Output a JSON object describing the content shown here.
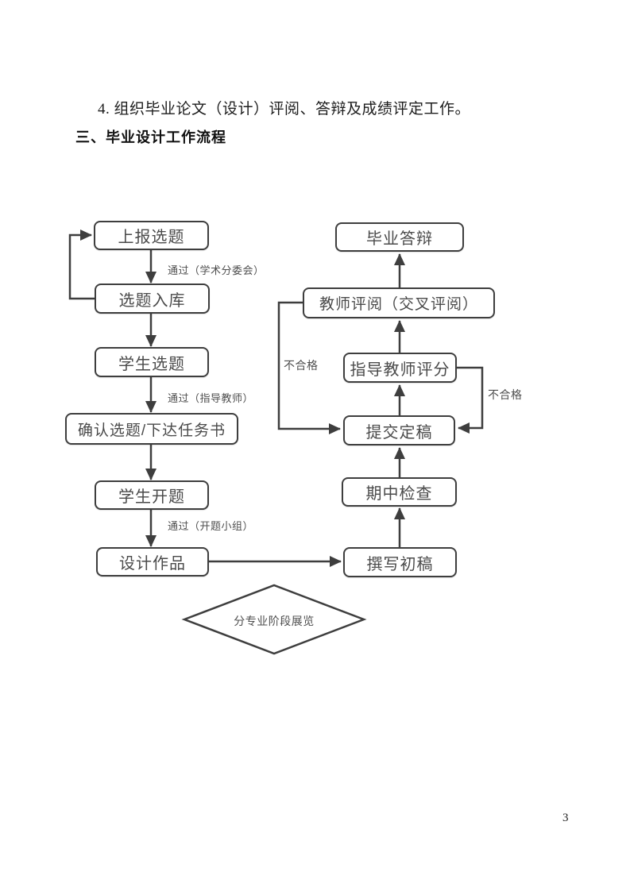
{
  "page": {
    "paragraph": "4. 组织毕业论文（设计）评阅、答辩及成绩评定工作。",
    "heading": "三、毕业设计工作流程",
    "page_number": "3"
  },
  "flowchart": {
    "colors": {
      "line": "#3e3e3e",
      "box_border": "#3e3e3e",
      "text": "#4a4a4a"
    },
    "nodes": {
      "report_topic": {
        "label": "上报选题"
      },
      "topic_into_bank": {
        "label": "选题入库"
      },
      "student_select": {
        "label": "学生选题"
      },
      "confirm_assign": {
        "label": "确认选题/下达任务书"
      },
      "student_opening": {
        "label": "学生开题"
      },
      "design_work": {
        "label": "设计作品"
      },
      "defense": {
        "label": "毕业答辩"
      },
      "teacher_review": {
        "label": "教师评阅（交叉评阅）"
      },
      "advisor_score": {
        "label": "指导教师评分"
      },
      "submit_final": {
        "label": "提交定稿"
      },
      "midterm_check": {
        "label": "期中检查"
      },
      "draft_writing": {
        "label": "撰写初稿"
      },
      "stage_exhibition": {
        "label": "分专业阶段展览"
      }
    },
    "edge_labels": {
      "pass_committee": "通过（学术分委会）",
      "pass_advisor": "通过（指导教师）",
      "pass_opening_group": "通过（开题小组）",
      "fail_left": "不合格",
      "fail_right": "不合格"
    },
    "edges": [
      {
        "from": "上报选题",
        "to": "选题入库",
        "label": "通过（学术分委会）"
      },
      {
        "from": "选题入库",
        "to": "上报选题",
        "label": ""
      },
      {
        "from": "选题入库",
        "to": "学生选题",
        "label": ""
      },
      {
        "from": "学生选题",
        "to": "确认选题/下达任务书",
        "label": "通过（指导教师）"
      },
      {
        "from": "确认选题/下达任务书",
        "to": "学生开题",
        "label": ""
      },
      {
        "from": "学生开题",
        "to": "设计作品",
        "label": "通过（开题小组）"
      },
      {
        "from": "设计作品",
        "to": "撰写初稿",
        "label": ""
      },
      {
        "from": "撰写初稿",
        "to": "期中检查",
        "label": ""
      },
      {
        "from": "期中检查",
        "to": "提交定稿",
        "label": ""
      },
      {
        "from": "提交定稿",
        "to": "指导教师评分",
        "label": ""
      },
      {
        "from": "指导教师评分",
        "to": "教师评阅（交叉评阅）",
        "label": ""
      },
      {
        "from": "教师评阅（交叉评阅）",
        "to": "毕业答辩",
        "label": ""
      },
      {
        "from": "教师评阅（交叉评阅）",
        "to": "提交定稿",
        "label": "不合格"
      },
      {
        "from": "指导教师评分",
        "to": "提交定稿",
        "label": "不合格"
      }
    ]
  }
}
